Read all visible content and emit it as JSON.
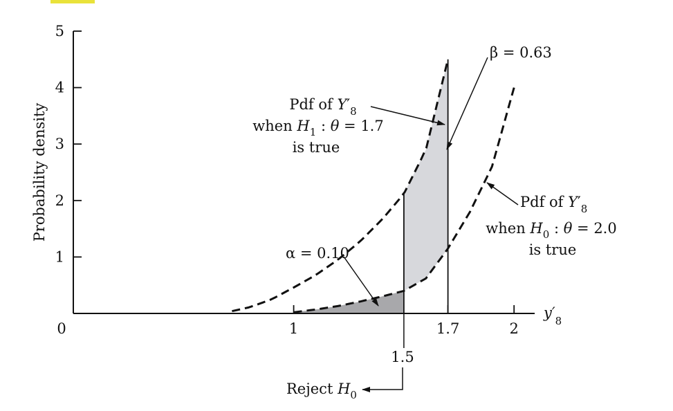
{
  "chart_data": {
    "type": "line",
    "xlabel": "y′8",
    "ylabel": "Probability density",
    "xlim": [
      0,
      2.1
    ],
    "ylim": [
      0,
      5
    ],
    "x_ticks": [
      {
        "value": 0,
        "label": "0"
      },
      {
        "value": 1,
        "label": "1"
      },
      {
        "value": 1.7,
        "label": "1.7"
      },
      {
        "value": 2,
        "label": "2"
      }
    ],
    "y_ticks": [
      {
        "value": 1,
        "label": "1"
      },
      {
        "value": 2,
        "label": "2"
      },
      {
        "value": 3,
        "label": "3"
      },
      {
        "value": 4,
        "label": "4"
      },
      {
        "value": 5,
        "label": "5"
      }
    ],
    "series": [
      {
        "name": "Pdf of Y′8 when H1 : θ = 1.7 is true",
        "x": [
          0.72,
          0.8,
          0.9,
          1.0,
          1.1,
          1.2,
          1.3,
          1.4,
          1.5,
          1.6,
          1.7
        ],
        "y": [
          0.04,
          0.11,
          0.25,
          0.46,
          0.68,
          0.95,
          1.27,
          1.66,
          2.12,
          2.9,
          4.5
        ]
      },
      {
        "name": "Pdf of Y′8 when H0 : θ = 2.0 is true",
        "x": [
          1.0,
          1.1,
          1.2,
          1.3,
          1.4,
          1.5,
          1.6,
          1.7,
          1.8,
          1.9,
          2.0
        ],
        "y": [
          0.02,
          0.07,
          0.13,
          0.21,
          0.3,
          0.4,
          0.62,
          1.15,
          1.8,
          2.6,
          4.0
        ]
      }
    ],
    "shaded_regions": [
      {
        "label": "α = 0.10",
        "series": 1,
        "from": 1.0,
        "to": 1.5,
        "color": "#a8a8ab"
      },
      {
        "label": "β = 0.63",
        "from": 1.5,
        "to": 1.7,
        "color": "#d7d8dc"
      }
    ],
    "reference_lines": [
      1.5,
      1.7
    ],
    "annotations": {
      "h1_line1": "Pdf of Y′8",
      "h1_line2": "when H1 : θ = 1.7",
      "h1_line3": "is true",
      "h0_line1": "Pdf of Y′8",
      "h0_line2": "when H0 : θ = 2.0",
      "h0_line3": "is true",
      "alpha": "α = 0.10",
      "beta": "β = 0.63",
      "critical_value": "1.5",
      "reject": "Reject H0"
    },
    "grid": false
  }
}
